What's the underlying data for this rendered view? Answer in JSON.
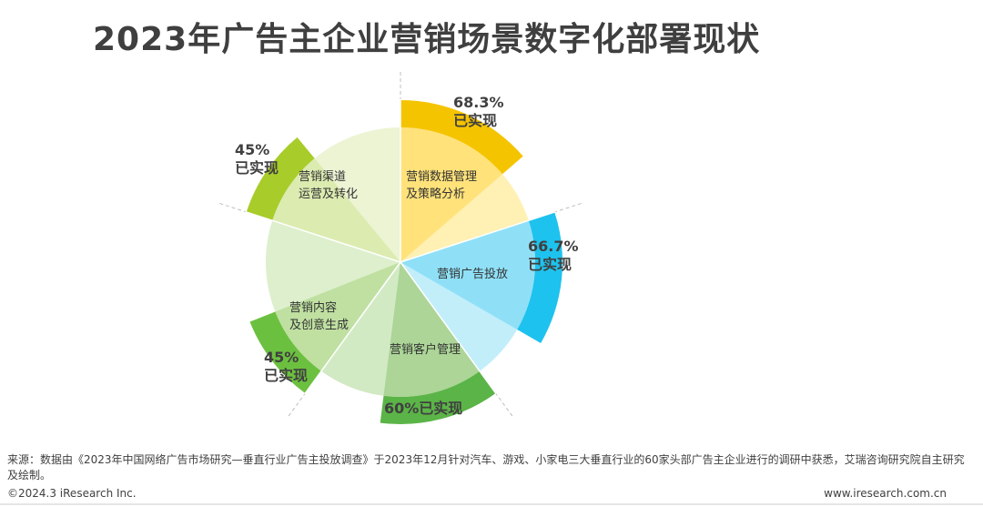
{
  "title": "2023年广告主企业营销场景数字化部署现状",
  "chart_data": {
    "type": "pie",
    "title": "2023年广告主企业营销场景数字化部署现状",
    "segments": [
      {
        "label_lines": [
          "营销数据管理",
          "及策略分析"
        ],
        "value": 68.3,
        "pct_text": "68.3%",
        "status_text": "已实现",
        "color": "#f5c400",
        "light": "#ffe27a",
        "lighter": "#fff0b3"
      },
      {
        "label_lines": [
          "营销广告投放"
        ],
        "value": 66.7,
        "pct_text": "66.7%",
        "status_text": "已实现",
        "color": "#1ec2ee",
        "light": "#8fe0f7",
        "lighter": "#c2eefa"
      },
      {
        "label_lines": [
          "营销客户管理"
        ],
        "value": 60,
        "pct_text": "60%",
        "status_text": "已实现",
        "color": "#5bb447",
        "light": "#acd597",
        "lighter": "#d2eac4"
      },
      {
        "label_lines": [
          "营销内容",
          "及创意生成"
        ],
        "value": 45,
        "pct_text": "45%",
        "status_text": "已实现",
        "color": "#6cc03f",
        "light": "#bfe0a1",
        "lighter": "#ddefcc"
      },
      {
        "label_lines": [
          "营销渠道",
          "运营及转化"
        ],
        "value": 45,
        "pct_text": "45%",
        "status_text": "已实现",
        "color": "#a8cc2a",
        "light": "#dcebb0",
        "lighter": "#ecf4d4"
      }
    ]
  },
  "source_text": "来源：数据由《2023年中国网络广告市场研究—垂直行业广告主投放调查》于2023年12月针对汽车、游戏、小家电三大垂直行业的60家头部广告主企业进行的调研中获悉，艾瑞咨询研究院自主研究及绘制。",
  "copyright": "©2024.3 iResearch Inc.",
  "website": "www.iresearch.com.cn"
}
